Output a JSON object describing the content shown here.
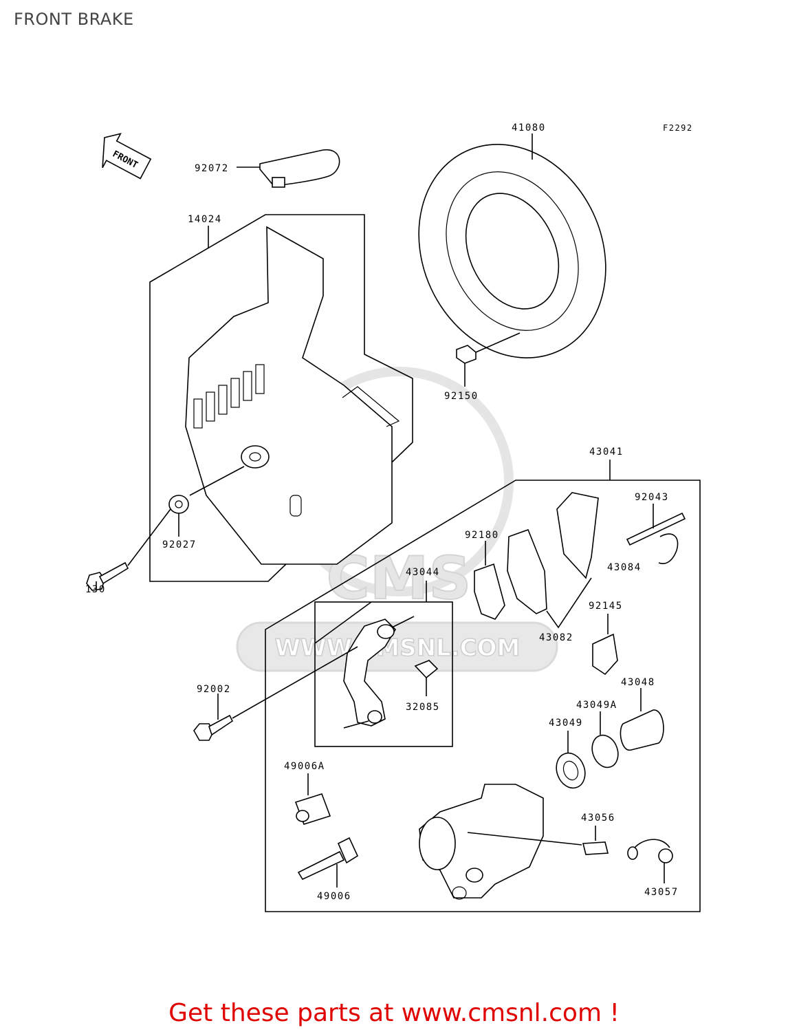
{
  "title": "FRONT BRAKE",
  "figure_code": "F2292",
  "front_arrow_label": "FRONT",
  "watermark": {
    "brand": "CMS",
    "url": "WWW.CMSNL.COM"
  },
  "part_labels": {
    "p92072": "92072",
    "p41080": "41080",
    "p14024": "14024",
    "p92150": "92150",
    "p43041": "43041",
    "p92043": "92043",
    "p92180": "92180",
    "p43084": "43084",
    "p92027": "92027",
    "p130": "130",
    "p43044": "43044",
    "p43082": "43082",
    "p92145": "92145",
    "p92002": "92002",
    "p32085": "32085",
    "p43048": "43048",
    "p43049A": "43049A",
    "p43049": "43049",
    "p49006A": "49006A",
    "p43056": "43056",
    "p49006": "49006",
    "p43057": "43057"
  },
  "footer": "Get these parts at www.cmsnl.com !",
  "colors": {
    "footer": "#e00000",
    "lines": "#000000",
    "watermark": "#e6e6e6"
  }
}
